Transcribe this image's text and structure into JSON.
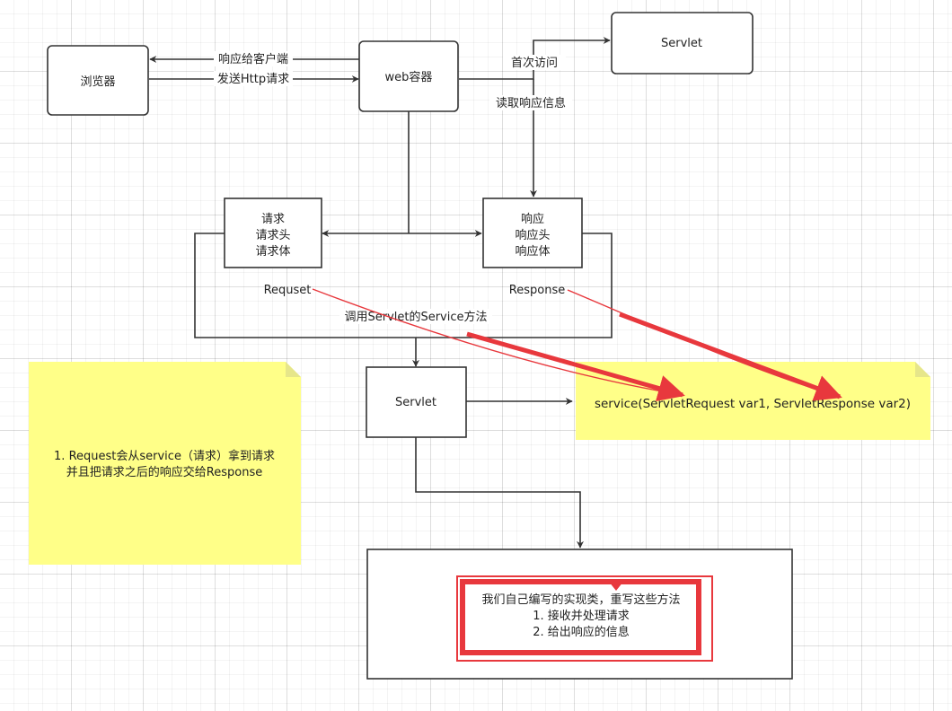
{
  "nodes": {
    "browser": "浏览器",
    "web_container": "web容器",
    "servlet_top": "Servlet",
    "request_box": [
      "请求",
      "请求头",
      "请求体"
    ],
    "response_box": [
      "响应",
      "响应头",
      "响应体"
    ],
    "servlet_mid": "Servlet"
  },
  "edges": {
    "response_to_client": "响应给客户端",
    "send_http_request": "发送Http请求",
    "first_visit": "首次访问",
    "read_response_info": "读取响应信息",
    "requset": "Requset",
    "response": "Response",
    "call_service": "调用Servlet的Service方法"
  },
  "service_signature": "service(ServletRequest var1, ServletResponse var2)",
  "note": [
    "1. Request会从service（请求）拿到请求",
    "并且把请求之后的响应交给Response"
  ],
  "impl_box": [
    "我们自己编写的实现类，重写这些方法",
    "1. 接收并处理请求",
    "2. 给出响应的信息"
  ],
  "colors": {
    "stroke": "#333333",
    "note_fill": "#ffff88",
    "note_fold": "#e6e68a",
    "highlight_red": "#e8383d"
  }
}
